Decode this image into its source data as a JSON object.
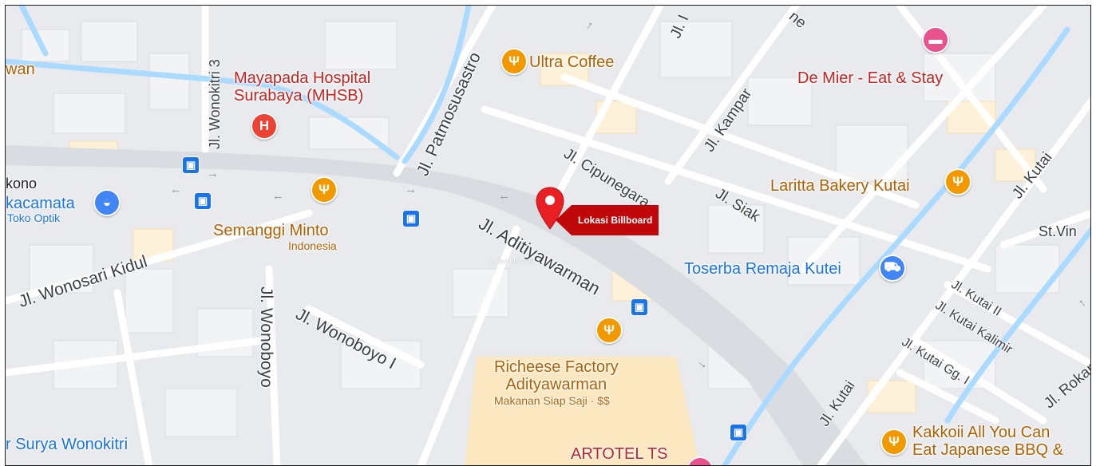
{
  "map": {
    "callout": {
      "label": "Lokasi Billboard"
    },
    "ghost_label": "Lokasi Billboard",
    "streets": [
      "Jl. Aditiyawarman",
      "Jl. Wonosari Kidul",
      "Jl. Wonoboyo",
      "Jl. Wonoboyo I",
      "Jl. Patmosusastro",
      "Jl. Wonokitri 3",
      "Jl. Kampar",
      "Jl. Cipunegara",
      "Jl. Siak",
      "Jl. Kutai",
      "Jl. Kutai",
      "Jl. Kutai II",
      "Jl. Kutai Kalimir",
      "Jl. Kutai Gg. I",
      "Jl. Rokan",
      "Jl. I",
      "ne"
    ],
    "places": {
      "mayapada": [
        "Mayapada Hospital",
        "Surabaya (MHSB)"
      ],
      "ultra_coffee": "Ultra Coffee",
      "de_mier": "De Mier - Eat & Stay",
      "laritta": "Laritta Bakery Kutai",
      "toserba": "Toserba Remaja Kutei",
      "semanggi": "Semanggi Minto",
      "semanggi_sub": "Indonesia",
      "richeese": [
        "Richeese Factory",
        "Adityawarman"
      ],
      "richeese_sub": "Makanan Siap Saji · $$",
      "artotel": "ARTOTEL TS",
      "kakkoii": [
        "Kakkoii All You Can",
        "Eat Japanese BBQ &"
      ],
      "st_vin": "St.Vin",
      "kacamata": "kacamata",
      "toko_optik": "Toko Optik",
      "kono": "kono",
      "wan": "wan",
      "surya": "r Surya Wonokitri"
    }
  }
}
